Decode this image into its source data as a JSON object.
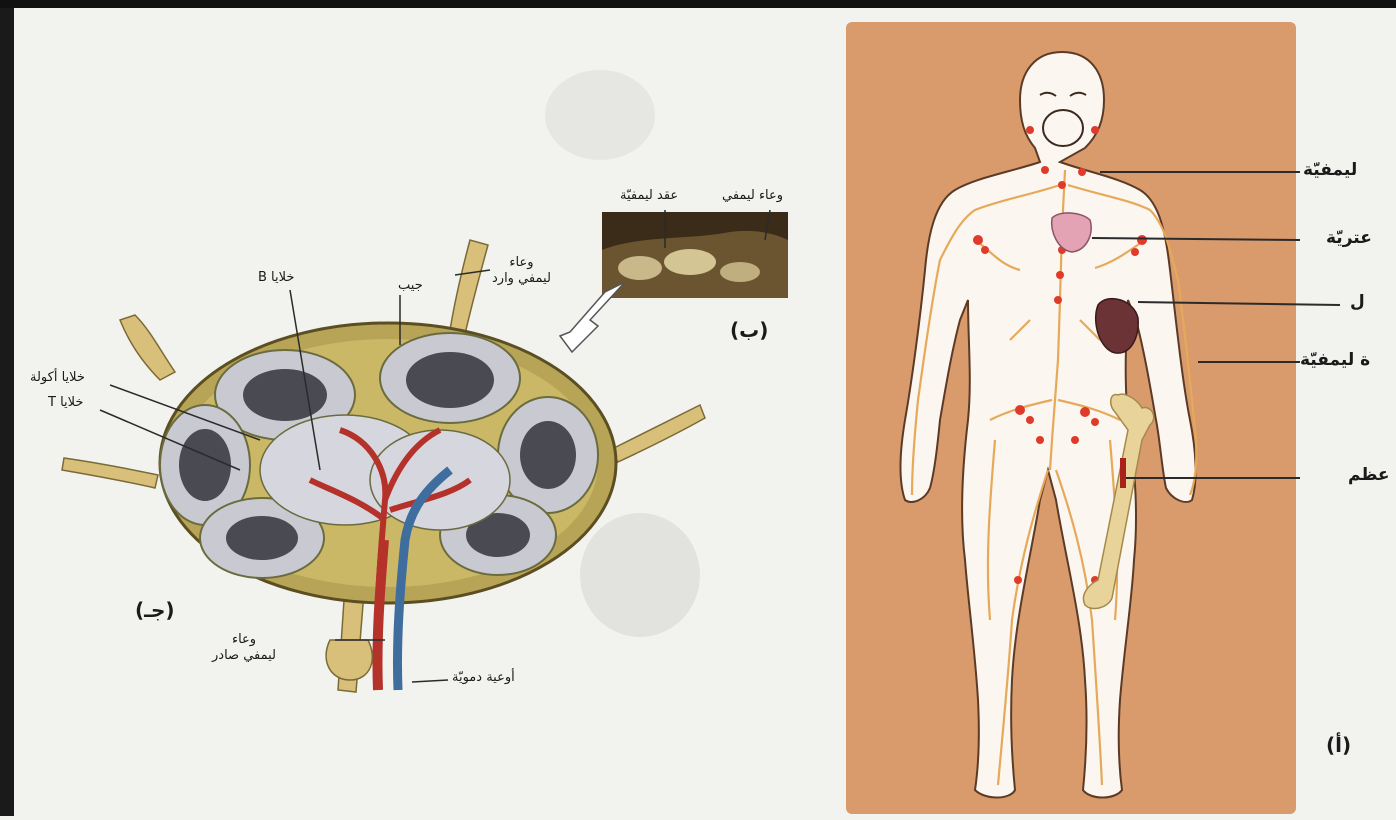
{
  "colors": {
    "page": "#f2f2ef",
    "panel_a_bg": "#d99a6c",
    "lymph_vessel": "#e6a95a",
    "lymph_node_dot": "#e03a2a",
    "capsule": "#b8a456",
    "lobule_dark": "#4a4a52",
    "lobule_light": "#c9c9d2",
    "artery": "#b5322a",
    "vein": "#3f6e9e",
    "thymus": "#e4a3b5",
    "spleen": "#6b3335",
    "bone": "#e8d49a"
  },
  "panel_labels": {
    "a": "(أ)",
    "b": "(ب)",
    "c": "(جـ)"
  },
  "panel_a_labels": {
    "lymph_nodes": "ليمفيّة",
    "thymus": "عتريّة",
    "spleen": "ل",
    "lymph_vessels": "ة ليمفيّة",
    "bone_marrow": "عظم"
  },
  "panel_b_labels": {
    "lymph_node": "عقد ليمفيّة",
    "lymph_vessel": "وعاء ليمفي"
  },
  "panel_c_labels": {
    "afferent_vessel": "وعاء\nليمفي وارد",
    "b_cells": "خلايا B",
    "sinus": "جيب",
    "macrophages": "خلايا أكولة",
    "t_cells": "خلايا T",
    "efferent_vessel": "وعاء\nليمفي صادر",
    "blood_vessels": "أوعية دمويّة"
  }
}
